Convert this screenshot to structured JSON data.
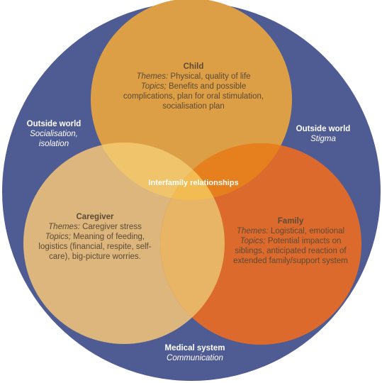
{
  "colors": {
    "outer": "#4f5c93",
    "child": "#dd9f46",
    "caregiver": "#dcb67c",
    "family": "#dd6a2d",
    "child_caregiver_overlap": "#efc46b",
    "child_family_overlap": "#e6801f",
    "caregiver_family_overlap": "#e8b466",
    "center_overlap": "#f2bc52"
  },
  "outside_world_left": {
    "title": "Outside world",
    "detail": "Socialisation, isolation"
  },
  "outside_world_right": {
    "title": "Outside world",
    "detail": "Stigma"
  },
  "medical_system": {
    "title": "Medical system",
    "detail": "Communication"
  },
  "child": {
    "title": "Child",
    "themes_label": "Themes:",
    "themes": "Physical, quality of life",
    "topics_label": "Topics;",
    "topics": "Benefits and possible complications, plan for oral stimulation, socialisation plan"
  },
  "caregiver": {
    "title": "Caregiver",
    "themes_label": "Themes:",
    "themes": "Caregiver stress",
    "topics_label": "Topics;",
    "topics": "Meaning of feeding, logistics (financial, respite, self-care), big-picture worries."
  },
  "family": {
    "title": "Family",
    "themes_label": "Themes:",
    "themes": "Logistical, emotional",
    "topics_label": "Topics;",
    "topics": "Potential impacts on siblings, anticipated reaction of extended family/support system"
  },
  "center": {
    "label": "Interfamily relationships"
  }
}
